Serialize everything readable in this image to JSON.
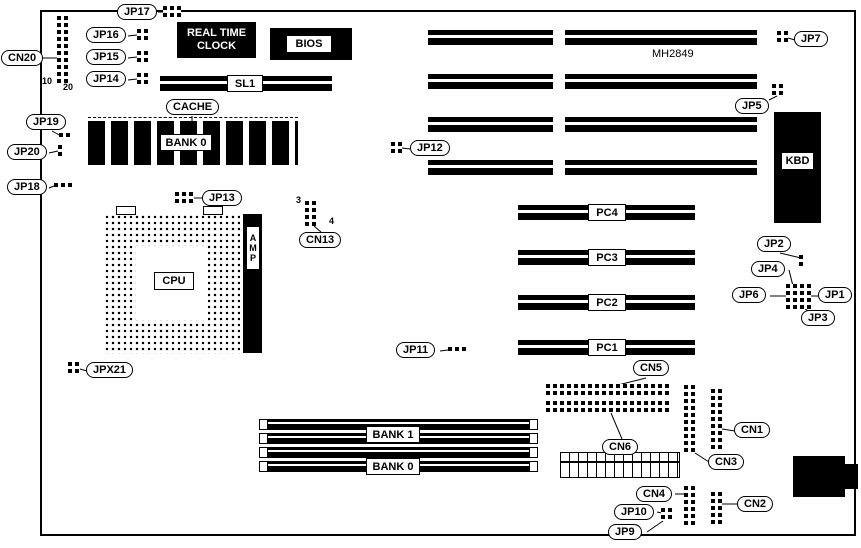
{
  "callouts": {
    "jp17": "JP17",
    "jp16": "JP16",
    "jp15": "JP15",
    "jp14": "JP14",
    "cn20": "CN20",
    "jp19": "JP19",
    "jp20": "JP20",
    "jp18": "JP18",
    "cache": "CACHE",
    "jp13": "JP13",
    "cn13": "CN13",
    "jp12": "JP12",
    "jpx21": "JPX21",
    "jp11": "JP11",
    "jp7": "JP7",
    "jp5": "JP5",
    "jp2": "JP2",
    "jp4": "JP4",
    "jp6": "JP6",
    "jp1": "JP1",
    "jp3": "JP3",
    "cn5": "CN5",
    "cn6": "CN6",
    "cn1": "CN1",
    "cn3": "CN3",
    "cn4": "CN4",
    "cn2": "CN2",
    "jp10": "JP10",
    "jp9": "JP9"
  },
  "components": {
    "rtc_line1": "REAL TIME",
    "rtc_line2": "CLOCK",
    "bios": "BIOS",
    "sl1": "SL1",
    "cache_bank": "BANK 0",
    "cpu": "CPU",
    "amp": "AMP",
    "kbd": "KBD",
    "board_id": "MH2849",
    "pc4": "PC4",
    "pc3": "PC3",
    "pc2": "PC2",
    "pc1": "PC1",
    "bank1": "BANK 1",
    "bank0": "BANK 0"
  },
  "pin_labels": {
    "cn20_pin10": "10",
    "cn20_pin20": "20",
    "cn13_pin3": "3",
    "cn13_pin4": "4"
  },
  "colors": {
    "ink": "#000000",
    "paper": "#ffffff"
  }
}
